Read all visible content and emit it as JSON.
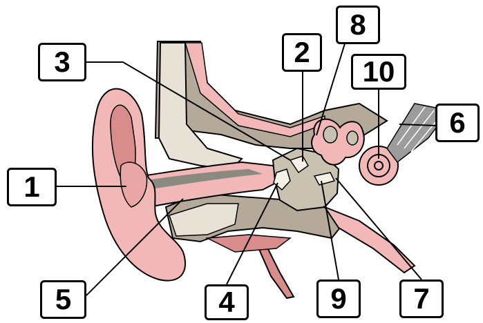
{
  "labels": [
    {
      "number": "1"
    },
    {
      "number": "2"
    },
    {
      "number": "3"
    },
    {
      "number": "4"
    },
    {
      "number": "5"
    },
    {
      "number": "6"
    },
    {
      "number": "7"
    },
    {
      "number": "8"
    },
    {
      "number": "9"
    },
    {
      "number": "10"
    }
  ],
  "colors": {
    "skin": "#f2b8b8",
    "skin_dark": "#d98c8c",
    "bone": "#b5aa99",
    "bone_light": "#e8e2d6",
    "bone_pattern": "#8f8474",
    "canal": "#8a8a80",
    "cavity": "#c9c2b0",
    "ossicle": "#f5f0e6",
    "nerve": "#9c9c9c",
    "outline": "#000000"
  }
}
